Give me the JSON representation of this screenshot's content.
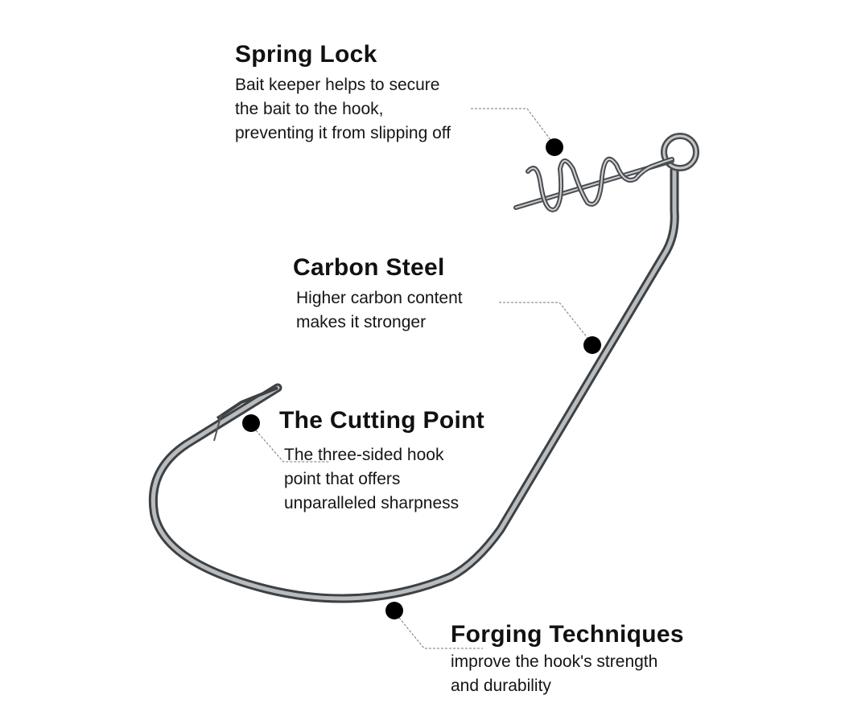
{
  "callouts": [
    {
      "title": "Spring Lock",
      "lines": [
        "Bait keeper helps to secure",
        "the bait to the hook,",
        "preventing it from slipping off"
      ]
    },
    {
      "title": "Carbon Steel",
      "lines": [
        "Higher carbon content",
        "makes it stronger"
      ]
    },
    {
      "title": "The Cutting Point",
      "lines": [
        "The three-sided hook",
        "point that offers",
        "unparalleled sharpness"
      ]
    },
    {
      "title": "Forging Techniques",
      "lines": [
        "improve the hook's strength",
        "and durability"
      ]
    }
  ],
  "colors": {
    "marker": "#000000",
    "leader": "#777777",
    "steel": "#8a8d90"
  }
}
